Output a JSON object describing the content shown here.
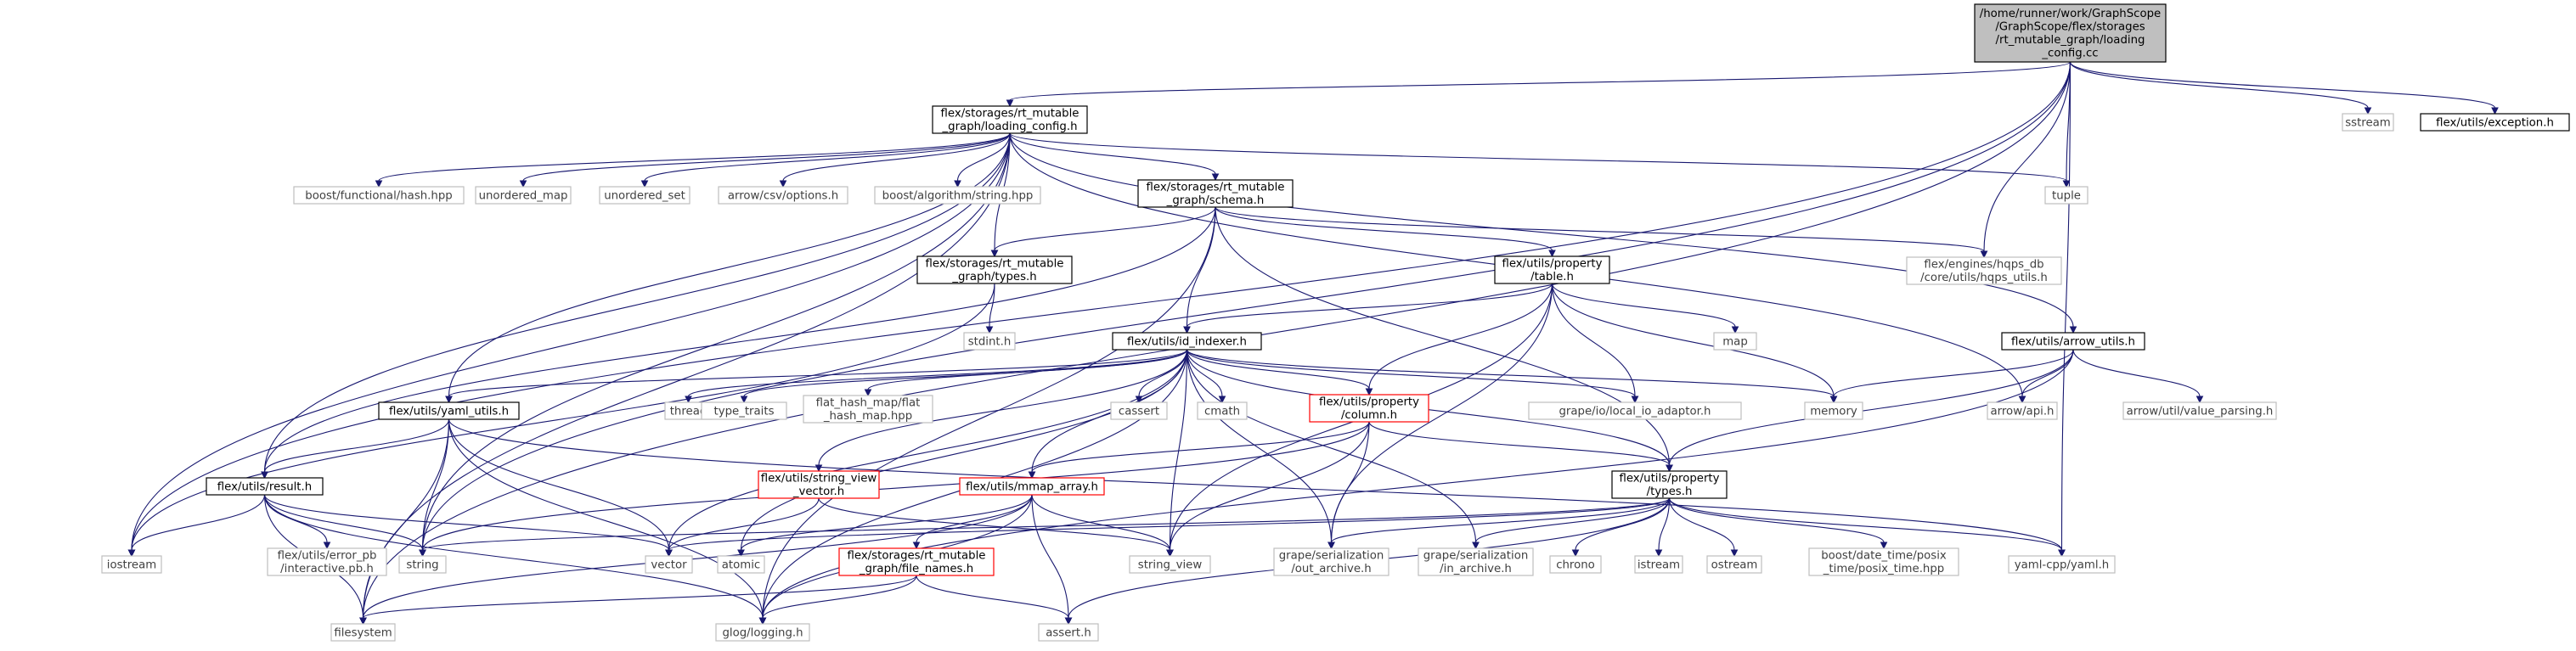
{
  "diagram": {
    "root": {
      "lines": [
        "/home/runner/work/GraphScope",
        "/GraphScope/flex/storages",
        "/rt_mutable_graph/loading",
        "_config.cc"
      ]
    },
    "nodes": [
      {
        "id": "root",
        "style": "root",
        "lines": [
          "/home/runner/work/GraphScope",
          "/GraphScope/flex/storages",
          "/rt_mutable_graph/loading",
          "_config.cc"
        ]
      },
      {
        "id": "loading_config_h",
        "style": "internal",
        "lines": [
          "flex/storages/rt_mutable",
          "_graph/loading_config.h"
        ]
      },
      {
        "id": "sstream",
        "style": "external",
        "lines": [
          "sstream"
        ]
      },
      {
        "id": "exception_h",
        "style": "internal",
        "lines": [
          "flex/utils/exception.h"
        ]
      },
      {
        "id": "boost_hash",
        "style": "external",
        "lines": [
          "boost/functional/hash.hpp"
        ]
      },
      {
        "id": "unordered_map",
        "style": "external",
        "lines": [
          "unordered_map"
        ]
      },
      {
        "id": "unordered_set",
        "style": "external",
        "lines": [
          "unordered_set"
        ]
      },
      {
        "id": "arrow_csv",
        "style": "external",
        "lines": [
          "arrow/csv/options.h"
        ]
      },
      {
        "id": "boost_algo",
        "style": "external",
        "lines": [
          "boost/algorithm/string.hpp"
        ]
      },
      {
        "id": "schema_h",
        "style": "internal",
        "lines": [
          "flex/storages/rt_mutable",
          "_graph/schema.h"
        ]
      },
      {
        "id": "tuple",
        "style": "external",
        "lines": [
          "tuple"
        ]
      },
      {
        "id": "hqps_utils",
        "style": "external",
        "lines": [
          "flex/engines/hqps_db",
          "/core/utils/hqps_utils.h"
        ]
      },
      {
        "id": "types_h_graph",
        "style": "internal",
        "lines": [
          "flex/storages/rt_mutable",
          "_graph/types.h"
        ]
      },
      {
        "id": "table_h",
        "style": "internal",
        "lines": [
          "flex/utils/property",
          "/table.h"
        ]
      },
      {
        "id": "stdint",
        "style": "external",
        "lines": [
          "stdint.h"
        ]
      },
      {
        "id": "arrow_utils",
        "style": "internal",
        "lines": [
          "flex/utils/arrow_utils.h"
        ]
      },
      {
        "id": "id_indexer",
        "style": "internal",
        "lines": [
          "flex/utils/id_indexer.h"
        ]
      },
      {
        "id": "map",
        "style": "external",
        "lines": [
          "map"
        ]
      },
      {
        "id": "yaml_utils",
        "style": "internal",
        "lines": [
          "flex/utils/yaml_utils.h"
        ]
      },
      {
        "id": "thread",
        "style": "external",
        "lines": [
          "thread"
        ]
      },
      {
        "id": "type_traits",
        "style": "external",
        "lines": [
          "type_traits"
        ]
      },
      {
        "id": "flat_hash_map",
        "style": "external",
        "lines": [
          "flat_hash_map/flat",
          "_hash_map.hpp"
        ]
      },
      {
        "id": "cassert",
        "style": "external",
        "lines": [
          "cassert"
        ]
      },
      {
        "id": "cmath",
        "style": "external",
        "lines": [
          "cmath"
        ]
      },
      {
        "id": "column_h",
        "style": "truncated",
        "lines": [
          "flex/utils/property",
          "/column.h"
        ]
      },
      {
        "id": "local_io",
        "style": "external",
        "lines": [
          "grape/io/local_io_adaptor.h"
        ]
      },
      {
        "id": "memory",
        "style": "external",
        "lines": [
          "memory"
        ]
      },
      {
        "id": "arrow_api",
        "style": "external",
        "lines": [
          "arrow/api.h"
        ]
      },
      {
        "id": "value_parsing",
        "style": "external",
        "lines": [
          "arrow/util/value_parsing.h"
        ]
      },
      {
        "id": "result_h",
        "style": "internal",
        "lines": [
          "flex/utils/result.h"
        ]
      },
      {
        "id": "string_view_vector",
        "style": "truncated",
        "lines": [
          "flex/utils/string_view",
          "_vector.h"
        ]
      },
      {
        "id": "mmap_array",
        "style": "truncated",
        "lines": [
          "flex/utils/mmap_array.h"
        ]
      },
      {
        "id": "prop_types",
        "style": "internal",
        "lines": [
          "flex/utils/property",
          "/types.h"
        ]
      },
      {
        "id": "iostream",
        "style": "external",
        "lines": [
          "iostream"
        ]
      },
      {
        "id": "error_pb",
        "style": "external",
        "lines": [
          "flex/utils/error_pb",
          "/interactive.pb.h"
        ]
      },
      {
        "id": "string",
        "style": "external",
        "lines": [
          "string"
        ]
      },
      {
        "id": "vector",
        "style": "external",
        "lines": [
          "vector"
        ]
      },
      {
        "id": "atomic",
        "style": "external",
        "lines": [
          "atomic"
        ]
      },
      {
        "id": "file_names",
        "style": "truncated",
        "lines": [
          "flex/storages/rt_mutable",
          "_graph/file_names.h"
        ]
      },
      {
        "id": "string_view",
        "style": "external",
        "lines": [
          "string_view"
        ]
      },
      {
        "id": "out_archive",
        "style": "external",
        "lines": [
          "grape/serialization",
          "/out_archive.h"
        ]
      },
      {
        "id": "in_archive",
        "style": "external",
        "lines": [
          "grape/serialization",
          "/in_archive.h"
        ]
      },
      {
        "id": "chrono",
        "style": "external",
        "lines": [
          "chrono"
        ]
      },
      {
        "id": "istream",
        "style": "external",
        "lines": [
          "istream"
        ]
      },
      {
        "id": "ostream",
        "style": "external",
        "lines": [
          "ostream"
        ]
      },
      {
        "id": "posix_time",
        "style": "external",
        "lines": [
          "boost/date_time/posix",
          "_time/posix_time.hpp"
        ]
      },
      {
        "id": "yaml_cpp",
        "style": "external",
        "lines": [
          "yaml-cpp/yaml.h"
        ]
      },
      {
        "id": "filesystem",
        "style": "external",
        "lines": [
          "filesystem"
        ]
      },
      {
        "id": "glog",
        "style": "external",
        "lines": [
          "glog/logging.h"
        ]
      },
      {
        "id": "assert_h",
        "style": "external",
        "lines": [
          "assert.h"
        ]
      }
    ],
    "edges": [
      [
        "root",
        "loading_config_h"
      ],
      [
        "root",
        "sstream"
      ],
      [
        "root",
        "exception_h"
      ],
      [
        "root",
        "tuple"
      ],
      [
        "root",
        "hqps_utils"
      ],
      [
        "root",
        "iostream"
      ],
      [
        "root",
        "filesystem"
      ],
      [
        "root",
        "yaml_cpp"
      ],
      [
        "root",
        "string"
      ],
      [
        "loading_config_h",
        "boost_hash"
      ],
      [
        "loading_config_h",
        "unordered_map"
      ],
      [
        "loading_config_h",
        "unordered_set"
      ],
      [
        "loading_config_h",
        "arrow_csv"
      ],
      [
        "loading_config_h",
        "boost_algo"
      ],
      [
        "loading_config_h",
        "schema_h"
      ],
      [
        "loading_config_h",
        "tuple"
      ],
      [
        "loading_config_h",
        "types_h_graph"
      ],
      [
        "loading_config_h",
        "arrow_utils"
      ],
      [
        "loading_config_h",
        "yaml_utils"
      ],
      [
        "loading_config_h",
        "result_h"
      ],
      [
        "loading_config_h",
        "iostream"
      ],
      [
        "loading_config_h",
        "string"
      ],
      [
        "loading_config_h",
        "arrow_api"
      ],
      [
        "loading_config_h",
        "filesystem"
      ],
      [
        "schema_h",
        "hqps_utils"
      ],
      [
        "schema_h",
        "types_h_graph"
      ],
      [
        "schema_h",
        "table_h"
      ],
      [
        "schema_h",
        "id_indexer"
      ],
      [
        "schema_h",
        "prop_types"
      ],
      [
        "schema_h",
        "result_h"
      ],
      [
        "schema_h",
        "glog"
      ],
      [
        "types_h_graph",
        "stdint"
      ],
      [
        "types_h_graph",
        "iostream"
      ],
      [
        "table_h",
        "id_indexer"
      ],
      [
        "table_h",
        "map"
      ],
      [
        "table_h",
        "memory"
      ],
      [
        "table_h",
        "local_io"
      ],
      [
        "table_h",
        "column_h"
      ],
      [
        "table_h",
        "string_view"
      ],
      [
        "table_h",
        "out_archive"
      ],
      [
        "arrow_utils",
        "memory"
      ],
      [
        "arrow_utils",
        "arrow_api"
      ],
      [
        "arrow_utils",
        "value_parsing"
      ],
      [
        "arrow_utils",
        "prop_types"
      ],
      [
        "arrow_utils",
        "glog"
      ],
      [
        "id_indexer",
        "yaml_utils"
      ],
      [
        "id_indexer",
        "thread"
      ],
      [
        "id_indexer",
        "type_traits"
      ],
      [
        "id_indexer",
        "flat_hash_map"
      ],
      [
        "id_indexer",
        "cassert"
      ],
      [
        "id_indexer",
        "cmath"
      ],
      [
        "id_indexer",
        "column_h"
      ],
      [
        "id_indexer",
        "local_io"
      ],
      [
        "id_indexer",
        "memory"
      ],
      [
        "id_indexer",
        "string_view_vector"
      ],
      [
        "id_indexer",
        "mmap_array"
      ],
      [
        "id_indexer",
        "prop_types"
      ],
      [
        "id_indexer",
        "vector"
      ],
      [
        "id_indexer",
        "atomic"
      ],
      [
        "id_indexer",
        "string_view"
      ],
      [
        "id_indexer",
        "out_archive"
      ],
      [
        "id_indexer",
        "in_archive"
      ],
      [
        "id_indexer",
        "glog"
      ],
      [
        "yaml_utils",
        "result_h"
      ],
      [
        "yaml_utils",
        "string"
      ],
      [
        "yaml_utils",
        "vector"
      ],
      [
        "yaml_utils",
        "yaml_cpp"
      ],
      [
        "yaml_utils",
        "filesystem"
      ],
      [
        "yaml_utils",
        "glog"
      ],
      [
        "column_h",
        "mmap_array"
      ],
      [
        "column_h",
        "prop_types"
      ],
      [
        "column_h",
        "string_view"
      ],
      [
        "column_h",
        "out_archive"
      ],
      [
        "column_h",
        "string"
      ],
      [
        "result_h",
        "iostream"
      ],
      [
        "result_h",
        "error_pb"
      ],
      [
        "result_h",
        "string"
      ],
      [
        "result_h",
        "vector"
      ],
      [
        "result_h",
        "filesystem"
      ],
      [
        "result_h",
        "glog"
      ],
      [
        "string_view_vector",
        "string_view"
      ],
      [
        "string_view_vector",
        "vector"
      ],
      [
        "mmap_array",
        "file_names"
      ],
      [
        "mmap_array",
        "atomic"
      ],
      [
        "mmap_array",
        "string_view"
      ],
      [
        "mmap_array",
        "glog"
      ],
      [
        "mmap_array",
        "assert_h"
      ],
      [
        "mmap_array",
        "filesystem"
      ],
      [
        "prop_types",
        "string"
      ],
      [
        "prop_types",
        "vector"
      ],
      [
        "prop_types",
        "out_archive"
      ],
      [
        "prop_types",
        "in_archive"
      ],
      [
        "prop_types",
        "chrono"
      ],
      [
        "prop_types",
        "istream"
      ],
      [
        "prop_types",
        "ostream"
      ],
      [
        "prop_types",
        "posix_time"
      ],
      [
        "prop_types",
        "yaml_cpp"
      ],
      [
        "prop_types",
        "assert_h"
      ],
      [
        "file_names",
        "filesystem"
      ],
      [
        "file_names",
        "glog"
      ],
      [
        "file_names",
        "assert_h"
      ]
    ],
    "colors": {
      "root_fill": "#bfbfbf",
      "internal_border": "#000000",
      "external_border": "#bfbfbf",
      "external_text": "#404040",
      "truncated_border": "#ff0000",
      "edge": "#191970"
    }
  }
}
